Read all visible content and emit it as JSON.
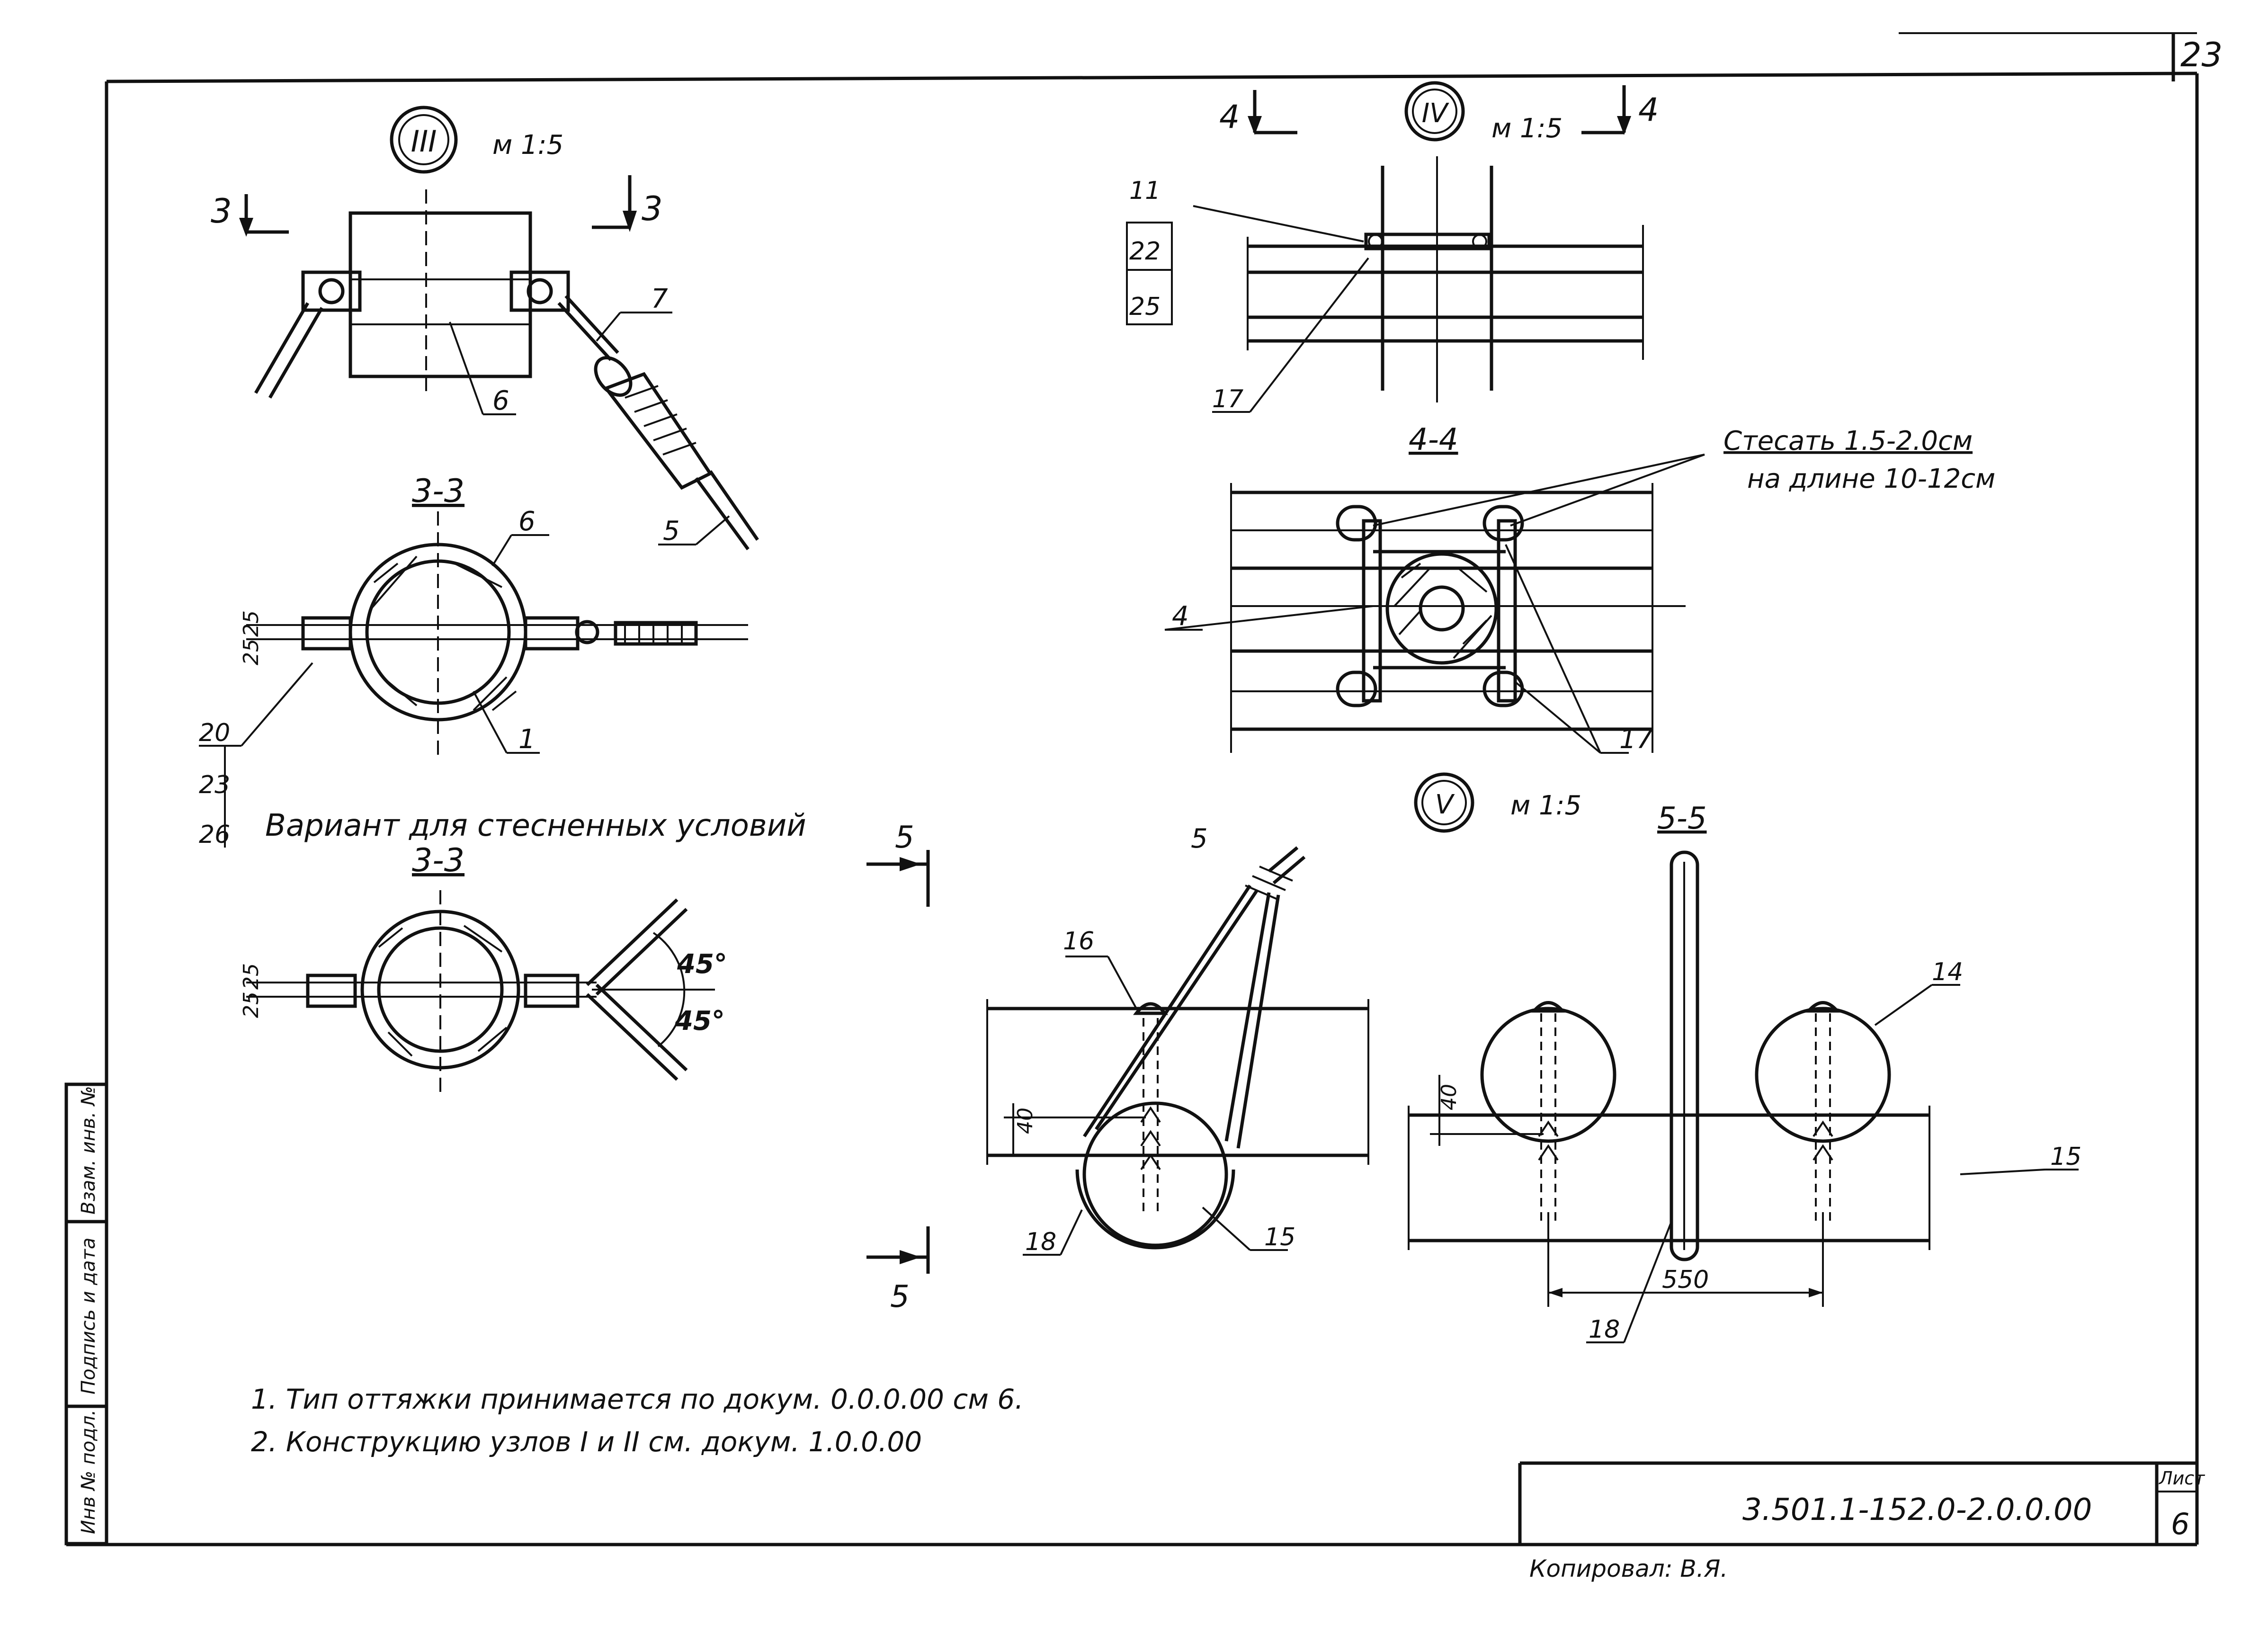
{
  "sheet_top_number": "23",
  "node3": {
    "badge": "III",
    "scale": "м 1:5",
    "section_marks": [
      "3",
      "3"
    ],
    "callouts": [
      "7",
      "6",
      "5"
    ]
  },
  "section33": {
    "title": "3-3",
    "dims": [
      "25",
      "25"
    ],
    "callouts": [
      "6",
      "1",
      "20",
      "23",
      "26"
    ]
  },
  "variant": {
    "caption": "Вариант для стесненных условий",
    "title": "3-3",
    "dims": [
      "25",
      "25"
    ],
    "angles": [
      "45°",
      "45°"
    ]
  },
  "node4": {
    "badge": "IV",
    "scale": "м 1:5",
    "section_marks": [
      "4",
      "4"
    ],
    "callouts": [
      "11",
      "22",
      "25",
      "17"
    ]
  },
  "section44": {
    "title": "4-4",
    "note_line1": "Стесать 1.5-2.0см",
    "note_line2": "на длине 10-12см",
    "callouts": [
      "4",
      "17"
    ]
  },
  "node5": {
    "badge": "V",
    "scale": "м 1:5",
    "section_marks": [
      "5",
      "5"
    ],
    "callouts": [
      "5",
      "16",
      "18",
      "15"
    ],
    "dim": "40"
  },
  "section55": {
    "title": "5-5",
    "callouts": [
      "14",
      "15",
      "18"
    ],
    "dim_h": "40",
    "dim_w": "550"
  },
  "notes": [
    "1. Тип оттяжки принимается по докум. 0.0.0.00 см 6.",
    "2. Конструкцию узлов I и II см. докум. 1.0.0.00"
  ],
  "stamp": {
    "doc_code": "3.501.1-152.0-2.0.0.00",
    "sheet_label": "Лист",
    "sheet_number": "6"
  },
  "side_stamp": [
    "Инв № подл.",
    "Подпись и дата",
    "Взам. инв. №"
  ],
  "footer_faint": "Копировал: В.Я."
}
